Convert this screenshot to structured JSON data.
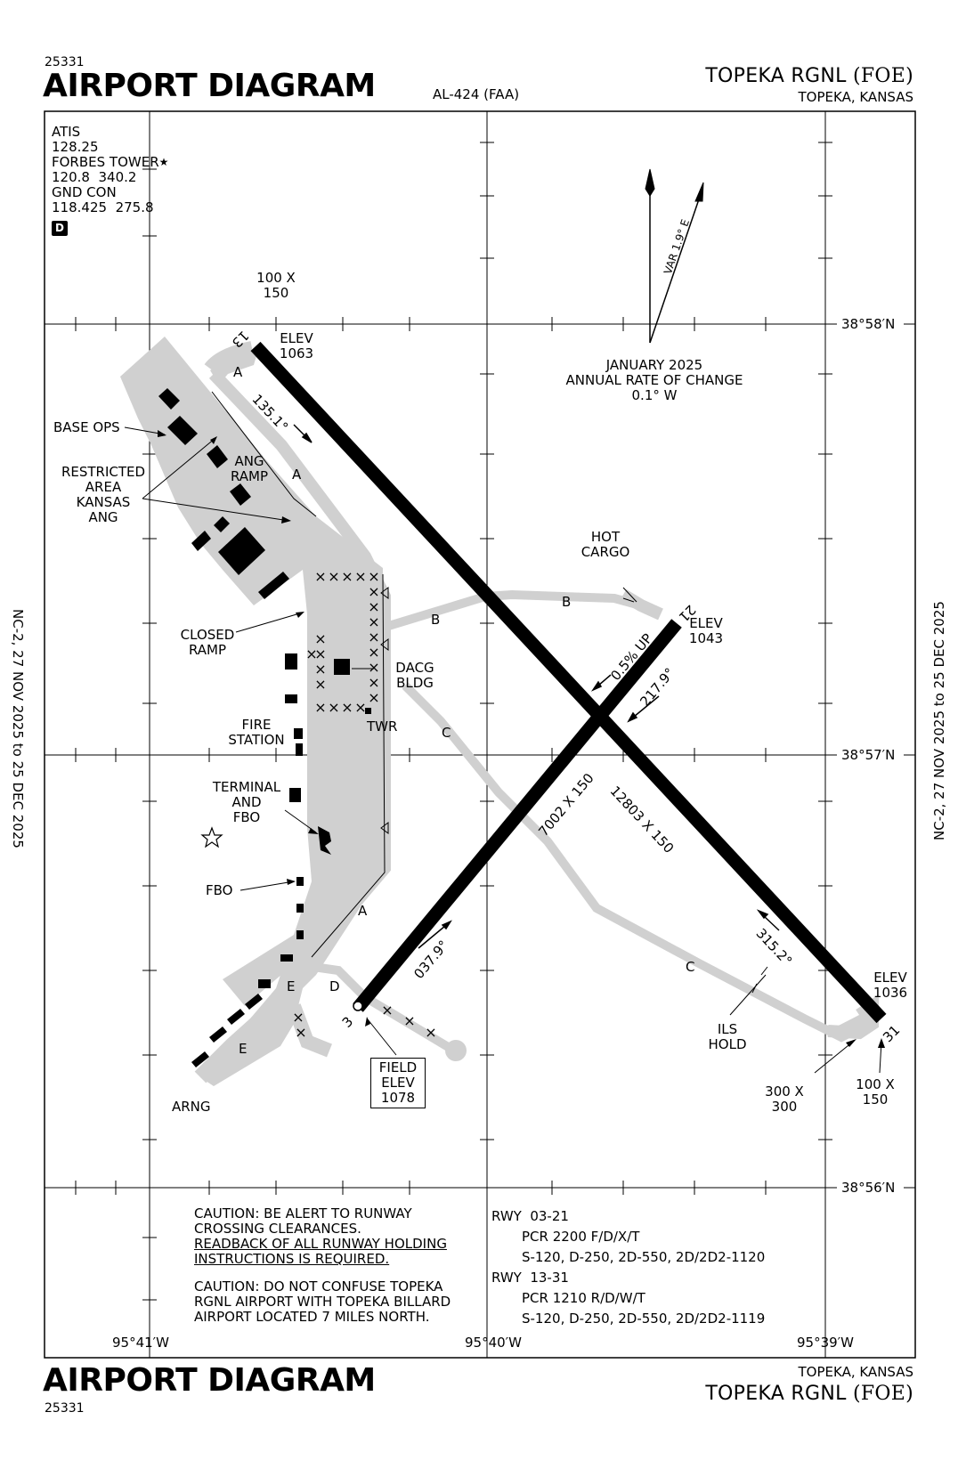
{
  "header": {
    "proc_number_top": "25331",
    "title_top": "AIRPORT DIAGRAM",
    "al_number": "AL-424 (FAA)",
    "airport_name_top": "TOPEKA RGNL",
    "airport_id_top": "(FOE)",
    "city_top": "TOPEKA, KANSAS"
  },
  "footer": {
    "proc_number_bottom": "25331",
    "title_bottom": "AIRPORT DIAGRAM",
    "city_bottom": "TOPEKA, KANSAS",
    "airport_name_bottom": "TOPEKA RGNL",
    "airport_id_bottom": "(FOE)"
  },
  "side_labels": {
    "left": "NC-2, 27 NOV 2025 to 25 DEC 2025",
    "right": "NC-2, 27 NOV 2025 to 25 DEC 2025"
  },
  "comms": {
    "atis_label": "ATIS",
    "atis_freq": "128.25",
    "tower_label": "FORBES TOWER",
    "tower_star": "★",
    "tower_freqs": "120.8  340.2",
    "gnd_label": "GND CON",
    "gnd_freqs": "118.425  275.8",
    "airspace_class": "D"
  },
  "magnetic_variation": {
    "var_text": "VAR 1.9° E",
    "date": "JANUARY 2025",
    "rate_label": "ANNUAL RATE OF CHANGE",
    "rate_value": "0.1° W"
  },
  "coordinates": {
    "lat_top": "38°58′N",
    "lat_mid": "38°57′N",
    "lat_bot": "38°56′N",
    "lon_left": "95°41′W",
    "lon_mid": "95°40′W",
    "lon_right": "95°39′W"
  },
  "runways": {
    "rwy13_31": {
      "end13_number": "13",
      "end31_number": "31",
      "dimensions": "12803 X 150",
      "heading_13": "135.1°",
      "heading_31": "315.2°",
      "elev13_label": "ELEV",
      "elev13_value": "1063",
      "elev31_label": "ELEV",
      "elev31_value": "1036",
      "blast13_line1": "100 X",
      "blast13_line2": "150",
      "blast31_line1": "100 X",
      "blast31_line2": "150"
    },
    "rwy03_21": {
      "end03_number": "3",
      "end21_number": "21",
      "dimensions": "7002 X 150",
      "heading_03": "037.9°",
      "heading_21": "217.9°",
      "slope": "0.5% UP",
      "elev21_label": "ELEV",
      "elev21_value": "1043"
    }
  },
  "field_elev": {
    "line1": "FIELD",
    "line2": "ELEV",
    "value": "1078"
  },
  "taxiways": {
    "a": "A",
    "b": "B",
    "c": "C",
    "d": "D",
    "e": "E"
  },
  "labels": {
    "base_ops": "BASE OPS",
    "restricted_1": "RESTRICTED",
    "restricted_2": "AREA",
    "restricted_3": "KANSAS",
    "restricted_4": "ANG",
    "ang_ramp_1": "ANG",
    "ang_ramp_2": "RAMP",
    "closed_ramp_1": "CLOSED",
    "closed_ramp_2": "RAMP",
    "dacg_1": "DACG",
    "dacg_2": "BLDG",
    "twr": "TWR",
    "fire_1": "FIRE",
    "fire_2": "STATION",
    "terminal_1": "TERMINAL",
    "terminal_2": "AND",
    "terminal_3": "FBO",
    "fbo": "FBO",
    "arng": "ARNG",
    "hot_cargo_1": "HOT",
    "hot_cargo_2": "CARGO",
    "ils_hold_1": "ILS",
    "ils_hold_2": "HOLD",
    "pad_1": "300 X",
    "pad_2": "300"
  },
  "cautions": {
    "c1_line1": "CAUTION:  BE ALERT TO RUNWAY",
    "c1_line2": "CROSSING CLEARANCES.",
    "c1_line3": "READBACK OF ALL RUNWAY HOLDING",
    "c1_line4": "INSTRUCTIONS IS REQUIRED.",
    "c2_line1": "CAUTION: DO NOT CONFUSE TOPEKA",
    "c2_line2": "RGNL AIRPORT WITH TOPEKA BILLARD",
    "c2_line3": "AIRPORT LOCATED 7 MILES NORTH."
  },
  "pavement": {
    "rwy1_label": "RWY  03-21",
    "rwy1_pcr": "PCR 2200 F/D/X/T",
    "rwy1_weights": "S-120, D-250, 2D-550, 2D/2D2-1120",
    "rwy2_label": "RWY  13-31",
    "rwy2_pcr": "PCR 1210 R/D/W/T",
    "rwy2_weights": "S-120, D-250, 2D-550, 2D/2D2-1119"
  },
  "colors": {
    "pavement": "#d0d0d0",
    "runway": "#000000",
    "grid": "#000000"
  }
}
